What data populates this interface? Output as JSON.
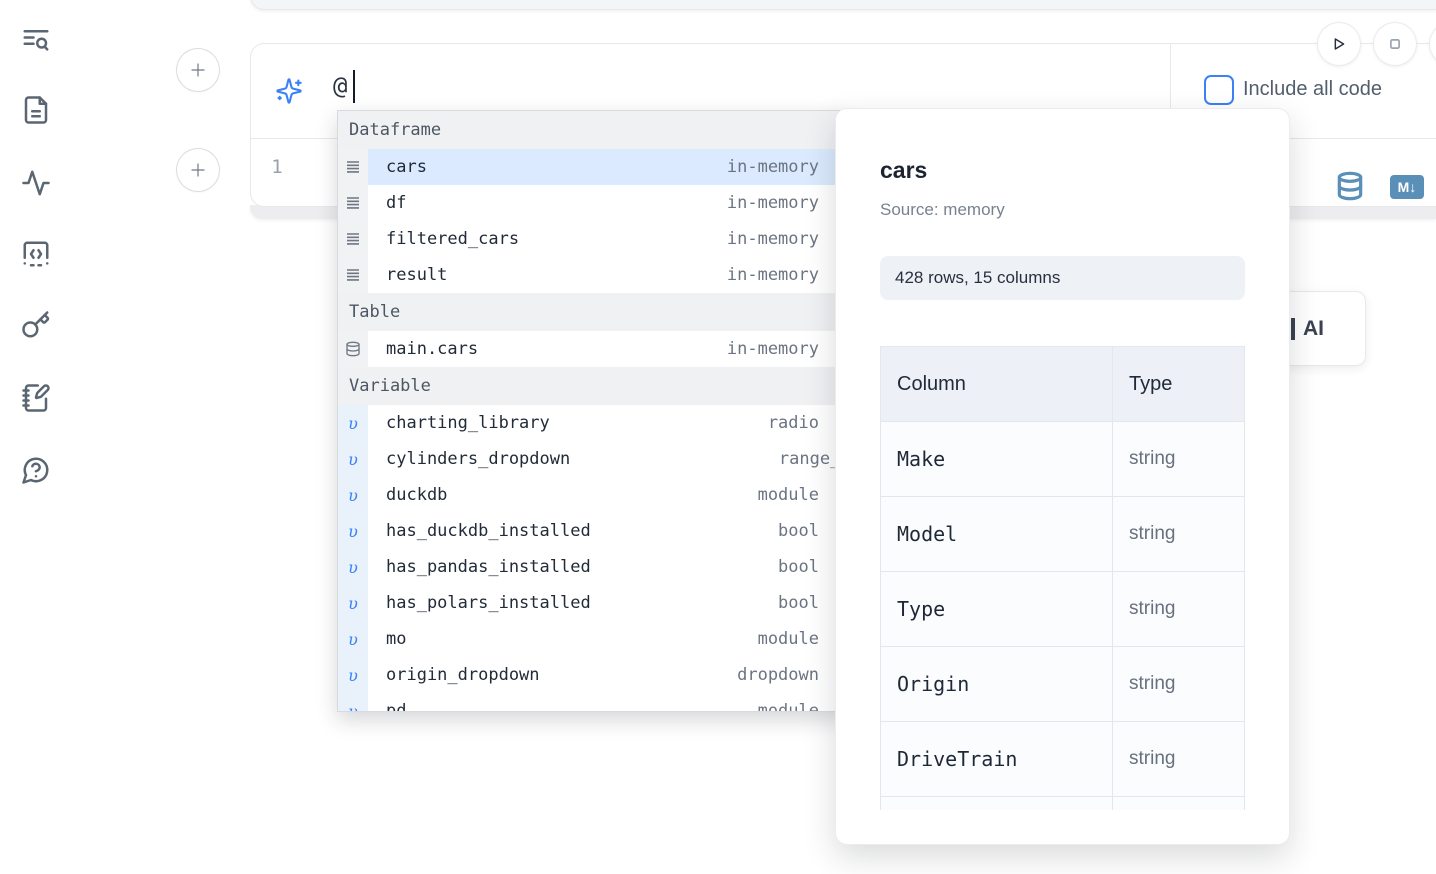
{
  "colors": {
    "accent_blue": "#3b82f6",
    "selection_blue": "#dbeafe",
    "steel_blue": "#5a8fb8",
    "icon_gray": "#5b6673"
  },
  "sidebar": {
    "items": [
      "text-search-icon",
      "file-text-icon",
      "activity-icon",
      "code-cell-icon",
      "key-icon",
      "notebook-pen-icon",
      "chat-question-icon"
    ]
  },
  "prompt": {
    "value": "@",
    "include_all_code_label": "Include all code"
  },
  "editor": {
    "line_number": "1"
  },
  "toolbar": {
    "markdown_badge": "M↓",
    "ai_label": "AI"
  },
  "autocomplete": {
    "variable_glyph": "υ",
    "sections": [
      {
        "label": "Dataframe",
        "items": [
          {
            "name": "cars",
            "type": "in-memory"
          },
          {
            "name": "df",
            "type": "in-memory"
          },
          {
            "name": "filtered_cars",
            "type": "in-memory"
          },
          {
            "name": "result",
            "type": "in-memory"
          }
        ]
      },
      {
        "label": "Table",
        "items": [
          {
            "name": "main.cars",
            "type": "in-memory"
          }
        ]
      },
      {
        "label": "Variable",
        "items": [
          {
            "name": "charting_library",
            "type": "radio"
          },
          {
            "name": "cylinders_dropdown",
            "type": "range_sli"
          },
          {
            "name": "duckdb",
            "type": "module"
          },
          {
            "name": "has_duckdb_installed",
            "type": "bool"
          },
          {
            "name": "has_pandas_installed",
            "type": "bool"
          },
          {
            "name": "has_polars_installed",
            "type": "bool"
          },
          {
            "name": "mo",
            "type": "module"
          },
          {
            "name": "origin_dropdown",
            "type": "dropdown"
          },
          {
            "name": "pd",
            "type": "module"
          }
        ]
      }
    ]
  },
  "preview": {
    "title": "cars",
    "source": "Source: memory",
    "shape_badge": "428 rows, 15 columns",
    "table": {
      "headers": [
        "Column",
        "Type"
      ],
      "rows": [
        [
          "Make",
          "string"
        ],
        [
          "Model",
          "string"
        ],
        [
          "Type",
          "string"
        ],
        [
          "Origin",
          "string"
        ],
        [
          "DriveTrain",
          "string"
        ]
      ]
    }
  }
}
